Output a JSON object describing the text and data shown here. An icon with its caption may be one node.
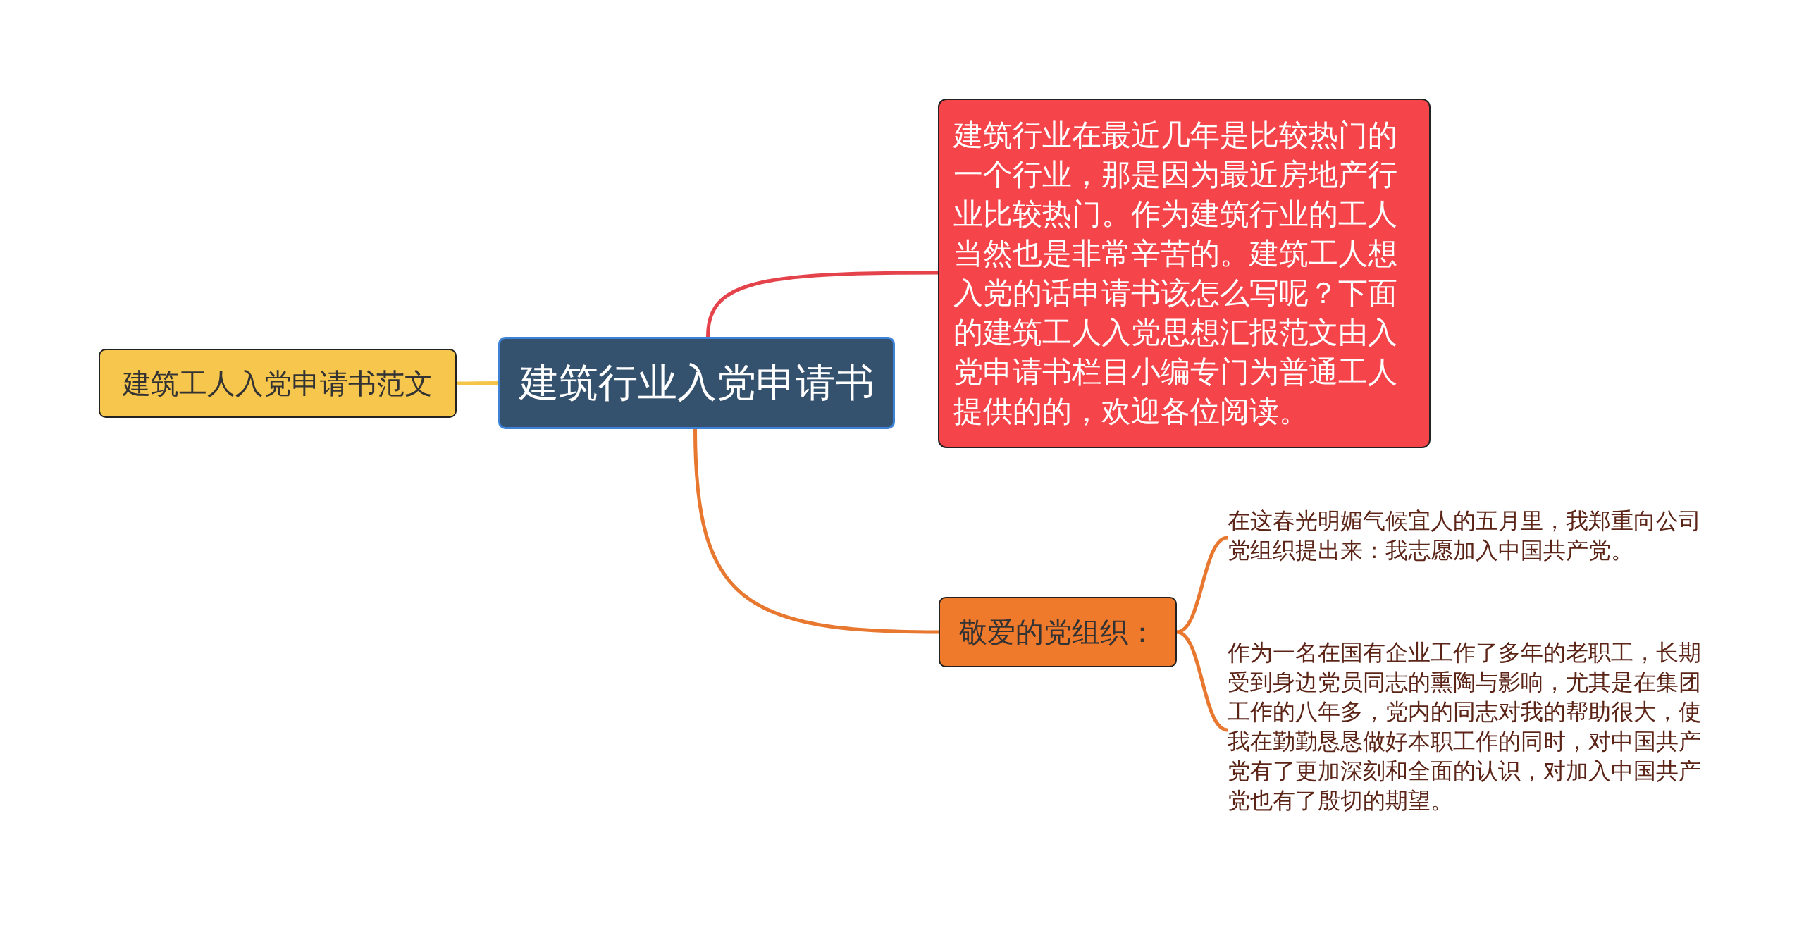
{
  "diagram": {
    "nodes": [
      {
        "text": [
          "建筑行业入党申请书"
        ]
      },
      {
        "text": [
          "建筑工人入党申请书范文"
        ]
      },
      {
        "text": [
          "建筑行业在最近几年是比较热门的一个行业，那是因为最近房地产行业比较热门。作为建筑行业的工人当然也是非常辛苦的。建筑工人想入党的话申请书该怎么写呢？下面的建筑工人入党思想汇报范文由入党申请书栏目小编专门为普通工人提供的的，欢迎各位阅读。"
        ]
      },
      {
        "text": [
          "敬爱的党组织："
        ]
      },
      {
        "text": [
          "在这春光明媚气候宜人的五月里，我郑重向公司党组织提出来：我志愿加入中国共产党。"
        ]
      },
      {
        "text": [
          "作为一名在国有企业工作了多年的老职工，长期受到身边党员同志的熏陶与影响，尤其是在集团工作的八年多，党内的同志对我的帮助很大，使我在勤勤恳恳做好本职工作的同时，对中国共产党有了更加深刻和全面的认识，对加入中国共产党也有了殷切的期望。"
        ]
      }
    ],
    "edges": [
      {
        "from": 0,
        "to": 1,
        "arrow": "none",
        "color": "#f5c54a"
      },
      {
        "from": 0,
        "to": 2,
        "arrow": "none",
        "color": "#e5434b"
      },
      {
        "from": 0,
        "to": 3,
        "arrow": "none"
      },
      {
        "from": 3,
        "to": 4,
        "arrow": "none"
      },
      {
        "from": 3,
        "to": 5,
        "arrow": "none"
      }
    ]
  }
}
